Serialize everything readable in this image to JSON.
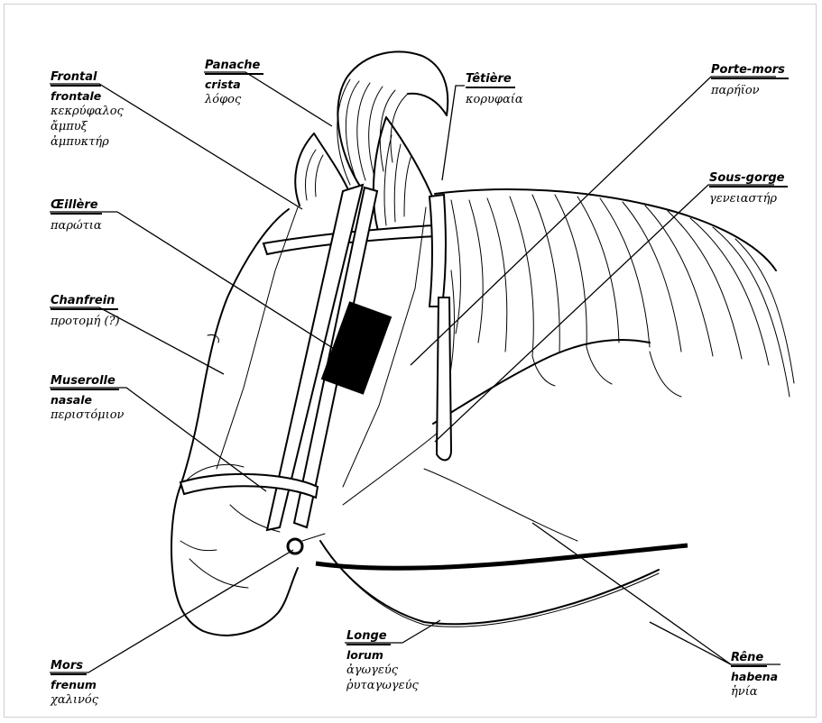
{
  "labels": {
    "frontal": {
      "fr": "Frontal",
      "lines": [
        "frontale",
        "κεκρύφαλος",
        "ἄμπυξ",
        "ἀμπυκτήρ"
      ]
    },
    "panache": {
      "fr": "Panache",
      "lines": [
        "crista",
        "λόφος"
      ]
    },
    "tetiere": {
      "fr": "Têtière",
      "lines": [
        "κορυφαία"
      ]
    },
    "portemors": {
      "fr": "Porte-mors",
      "lines": [
        "παρήϊον"
      ]
    },
    "sousgorge": {
      "fr": "Sous-gorge",
      "lines": [
        "γενειαστήρ"
      ]
    },
    "oeillere": {
      "fr": "Œillère",
      "lines": [
        "παρώτια"
      ]
    },
    "chanfrein": {
      "fr": "Chanfrein",
      "lines": [
        "προτομή (?)"
      ]
    },
    "muserolle": {
      "fr": "Muserolle",
      "lines": [
        "nasale",
        "περιστόμιον"
      ]
    },
    "mors": {
      "fr": "Mors",
      "lines": [
        "frenum",
        "χαλινός"
      ]
    },
    "longe": {
      "fr": "Longe",
      "lines": [
        "lorum",
        "ἀγωγεύς",
        "ῥυταγωγεύς"
      ]
    },
    "rene": {
      "fr": "Rêne",
      "lines": [
        "habena",
        "ἡνία"
      ]
    }
  },
  "colors": {
    "ink": "#000000",
    "background": "#ffffff",
    "frame": "#cfcfcf"
  }
}
